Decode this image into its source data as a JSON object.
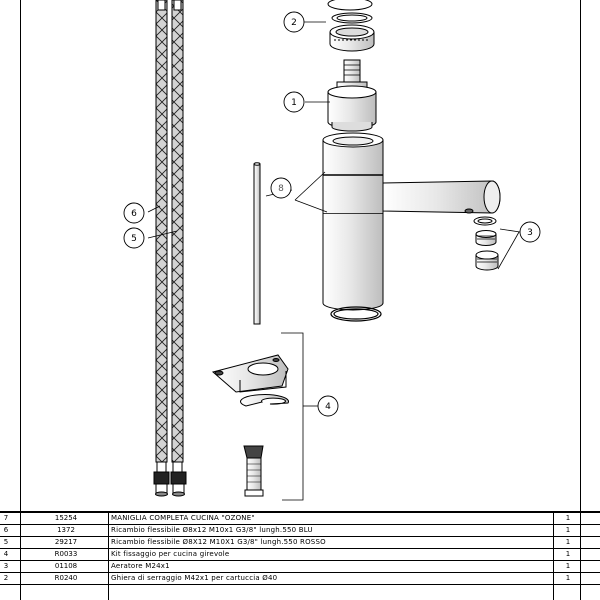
{
  "callouts": [
    "1",
    "2",
    "3",
    "4",
    "5",
    "6",
    "8"
  ],
  "parts_table": [
    {
      "pos": "7",
      "code": "15254",
      "desc": "MANIGLIA  COMPLETA  CUCINA  \"OZONE\"",
      "qty": "1"
    },
    {
      "pos": "6",
      "code": "1372",
      "desc": "Ricambio  flessibile  Ø8x12  M10x1  G3/8\"  lungh.550  BLU",
      "qty": "1"
    },
    {
      "pos": "5",
      "code": "29217",
      "desc": "Ricambio  flessibile  Ø8X12  M10X1  G3/8\"  lungh.550  ROSSO",
      "qty": "1"
    },
    {
      "pos": "4",
      "code": "R0033",
      "desc": "Kit  fissaggio  per  cucina  girevole",
      "qty": "1"
    },
    {
      "pos": "3",
      "code": "01108",
      "desc": "Aeratore  M24x1",
      "qty": "1"
    },
    {
      "pos": "2",
      "code": "R0240",
      "desc": "Ghiera  di  serraggio  M42x1  per  cartuccia  Ø40",
      "qty": "1"
    }
  ]
}
